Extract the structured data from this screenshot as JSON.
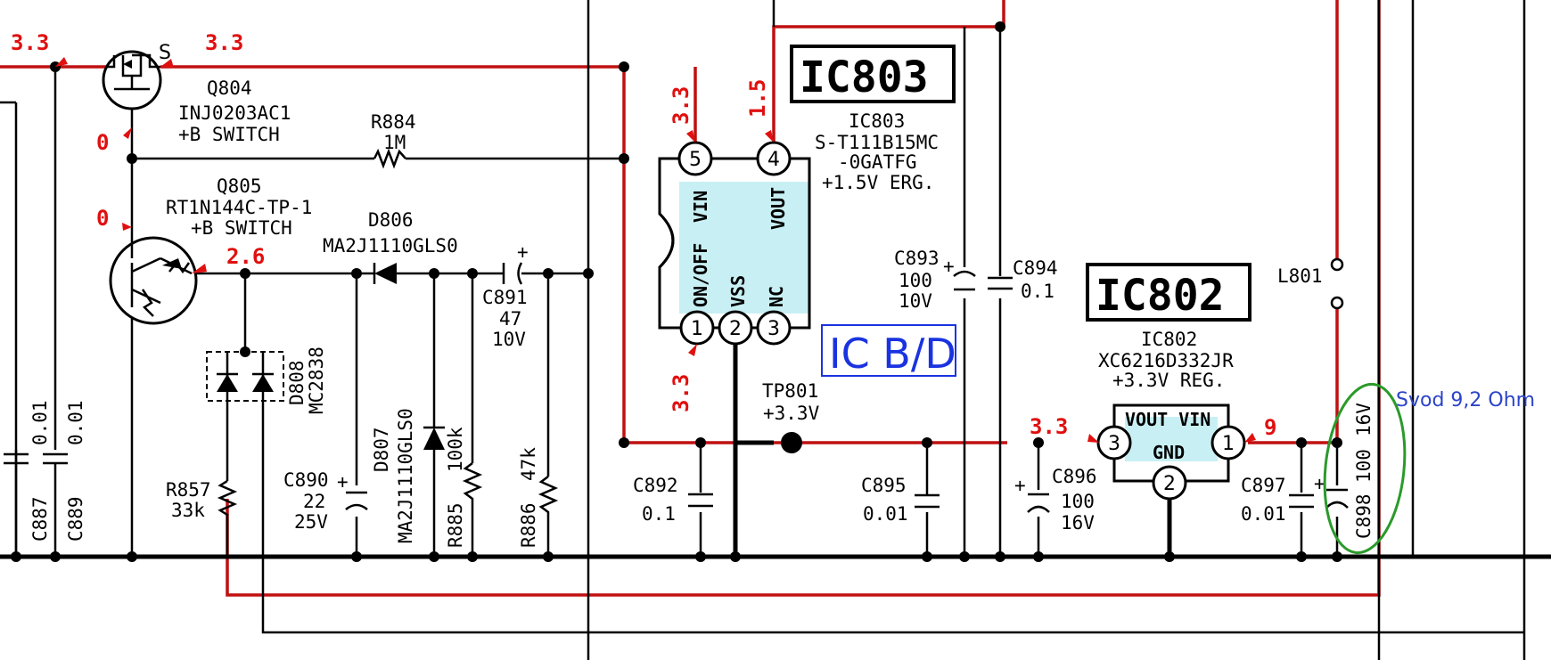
{
  "title_ic803": "IC803",
  "title_ic802": "IC802",
  "ic_bd": "IC B/D",
  "note": "Svod 9,2 Ohm",
  "voltages": {
    "v_q804_left": "3.3",
    "v_q804_right": "3.3",
    "v_q804_gate": "0",
    "v_q805_base": "0",
    "v_q805_col": "2.6",
    "v_ic803_pin5": "3.3",
    "v_ic803_pin4": "1.5",
    "v_ic803_pin1": "3.3",
    "v_ic802_pin3": "3.3",
    "v_ic802_pin1": "9"
  },
  "components": {
    "q804": {
      "ref": "Q804",
      "part": "INJ0203AC1",
      "desc": "+B SWITCH",
      "pin": "S"
    },
    "q805": {
      "ref": "Q805",
      "part": "RT1N144C-TP-1",
      "desc": "+B SWITCH"
    },
    "r884": {
      "ref": "R884",
      "value": "1M"
    },
    "d806": {
      "ref": "D806",
      "part": "MA2J1110GLS0"
    },
    "c891": {
      "ref": "C891",
      "value": "47",
      "voltage": "10V"
    },
    "d808": {
      "ref": "D808",
      "part": "MC2838"
    },
    "d807": {
      "ref": "D807",
      "part": "MA2J1110GLS0"
    },
    "r885": {
      "ref": "R885",
      "value": "100k"
    },
    "r886": {
      "ref": "R886",
      "value": "47k"
    },
    "r857": {
      "ref": "R857",
      "value": "33k"
    },
    "c890": {
      "ref": "C890",
      "value": "22",
      "voltage": "25V"
    },
    "c887": {
      "ref": "C887",
      "value": "0.01"
    },
    "c889": {
      "ref": "C889",
      "value": "0.01"
    },
    "ic803": {
      "ref": "IC803",
      "part": "S-T111B15MC",
      "part2": "-0GATFG",
      "desc": "+1.5V ERG.",
      "vin": "VIN",
      "vout": "VOUT",
      "onoff": "ON/OFF",
      "vss": "VSS",
      "nc": "NC"
    },
    "c893": {
      "ref": "C893",
      "value": "100",
      "voltage": "10V"
    },
    "c894": {
      "ref": "C894",
      "value": "0.1"
    },
    "tp801": {
      "ref": "TP801",
      "value": "+3.3V"
    },
    "c892": {
      "ref": "C892",
      "value": "0.1"
    },
    "c895": {
      "ref": "C895",
      "value": "0.01"
    },
    "ic802": {
      "ref": "IC802",
      "part": "XC6216D332JR",
      "desc": "+3.3V REG.",
      "vout_vin": "VOUT VIN",
      "gnd": "GND"
    },
    "c896": {
      "ref": "C896",
      "value": "100",
      "voltage": "16V"
    },
    "c897": {
      "ref": "C897",
      "value": "0.01"
    },
    "c898": {
      "ref": "C898",
      "value": "100",
      "voltage": "16V"
    },
    "l801": {
      "ref": "L801"
    }
  },
  "pins": {
    "p5": "5",
    "p4": "4",
    "p1": "1",
    "p2": "2",
    "p3": "3",
    "ic802_p3": "3",
    "ic802_p1": "1",
    "ic802_p2": "2"
  },
  "colors": {
    "trace_red": "#c01010",
    "ic_fill": "#c8f0f4",
    "highlight_green": "#2a9a2a",
    "ic_bd_blue": "#1a33e0"
  }
}
